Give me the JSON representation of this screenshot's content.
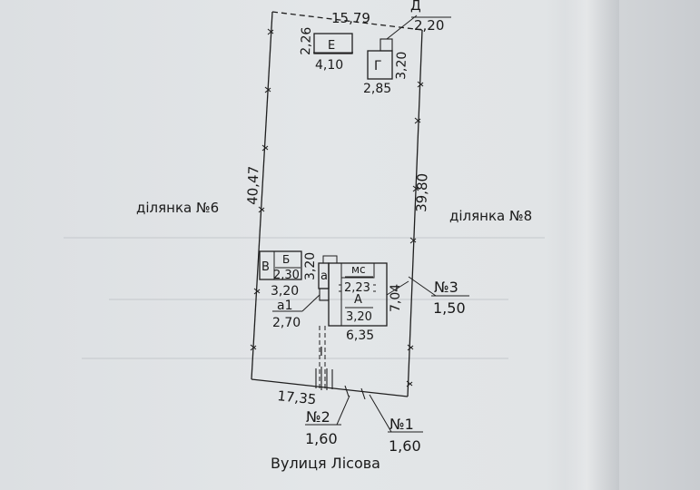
{
  "plot": {
    "side_top": "15,79",
    "side_left": "40,47",
    "side_right": "39,80",
    "side_bottom": "17,35",
    "corner_top_right": "2,20",
    "corner_top_right_letter": "Д"
  },
  "neighbors": {
    "left": "ділянка №6",
    "right": "ділянка №8"
  },
  "buildings": {
    "E": {
      "letter": "Е",
      "width": "4,10",
      "depth": "2,26"
    },
    "G": {
      "letter": "Г",
      "width": "2,85",
      "depth": "3,20"
    },
    "V": {
      "letter": "В"
    },
    "B": {
      "letter": "Б",
      "length": "2,30",
      "width": "3,20",
      "depth": "3,20"
    },
    "a": {
      "letter": "а"
    },
    "a1": {
      "label": "а1",
      "value": "2,70"
    },
    "A": {
      "letter_mc": "мс",
      "mc_value": "2,23",
      "letter": "А",
      "inner_value": "3,20",
      "width": "6,35",
      "depth": "7,04"
    },
    "gate": {
      "letter": "I"
    }
  },
  "points": {
    "n1": {
      "label": "№1",
      "value": "1,60"
    },
    "n2": {
      "label": "№2",
      "value": "1,60"
    },
    "n3": {
      "label": "№3",
      "value": "1,50"
    }
  },
  "street": "Вулиця Лісова"
}
